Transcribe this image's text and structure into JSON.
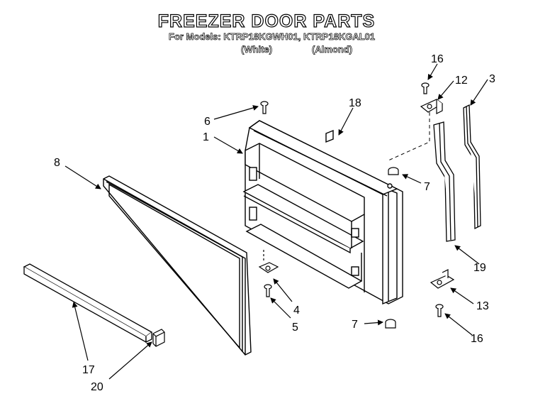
{
  "header": {
    "title": "FREEZER DOOR PARTS",
    "models_line": "For Models: KTRP18KGWH01, KTRP18KGAL01",
    "variant_white": "(White)",
    "variant_almond": "(Almond)"
  },
  "callouts": {
    "c1": "1",
    "c3": "3",
    "c4": "4",
    "c5": "5",
    "c6": "6",
    "c7a": "7",
    "c7b": "7",
    "c8": "8",
    "c12": "12",
    "c13": "13",
    "c16a": "16",
    "c16b": "16",
    "c17": "17",
    "c18": "18",
    "c19": "19",
    "c20": "20"
  }
}
